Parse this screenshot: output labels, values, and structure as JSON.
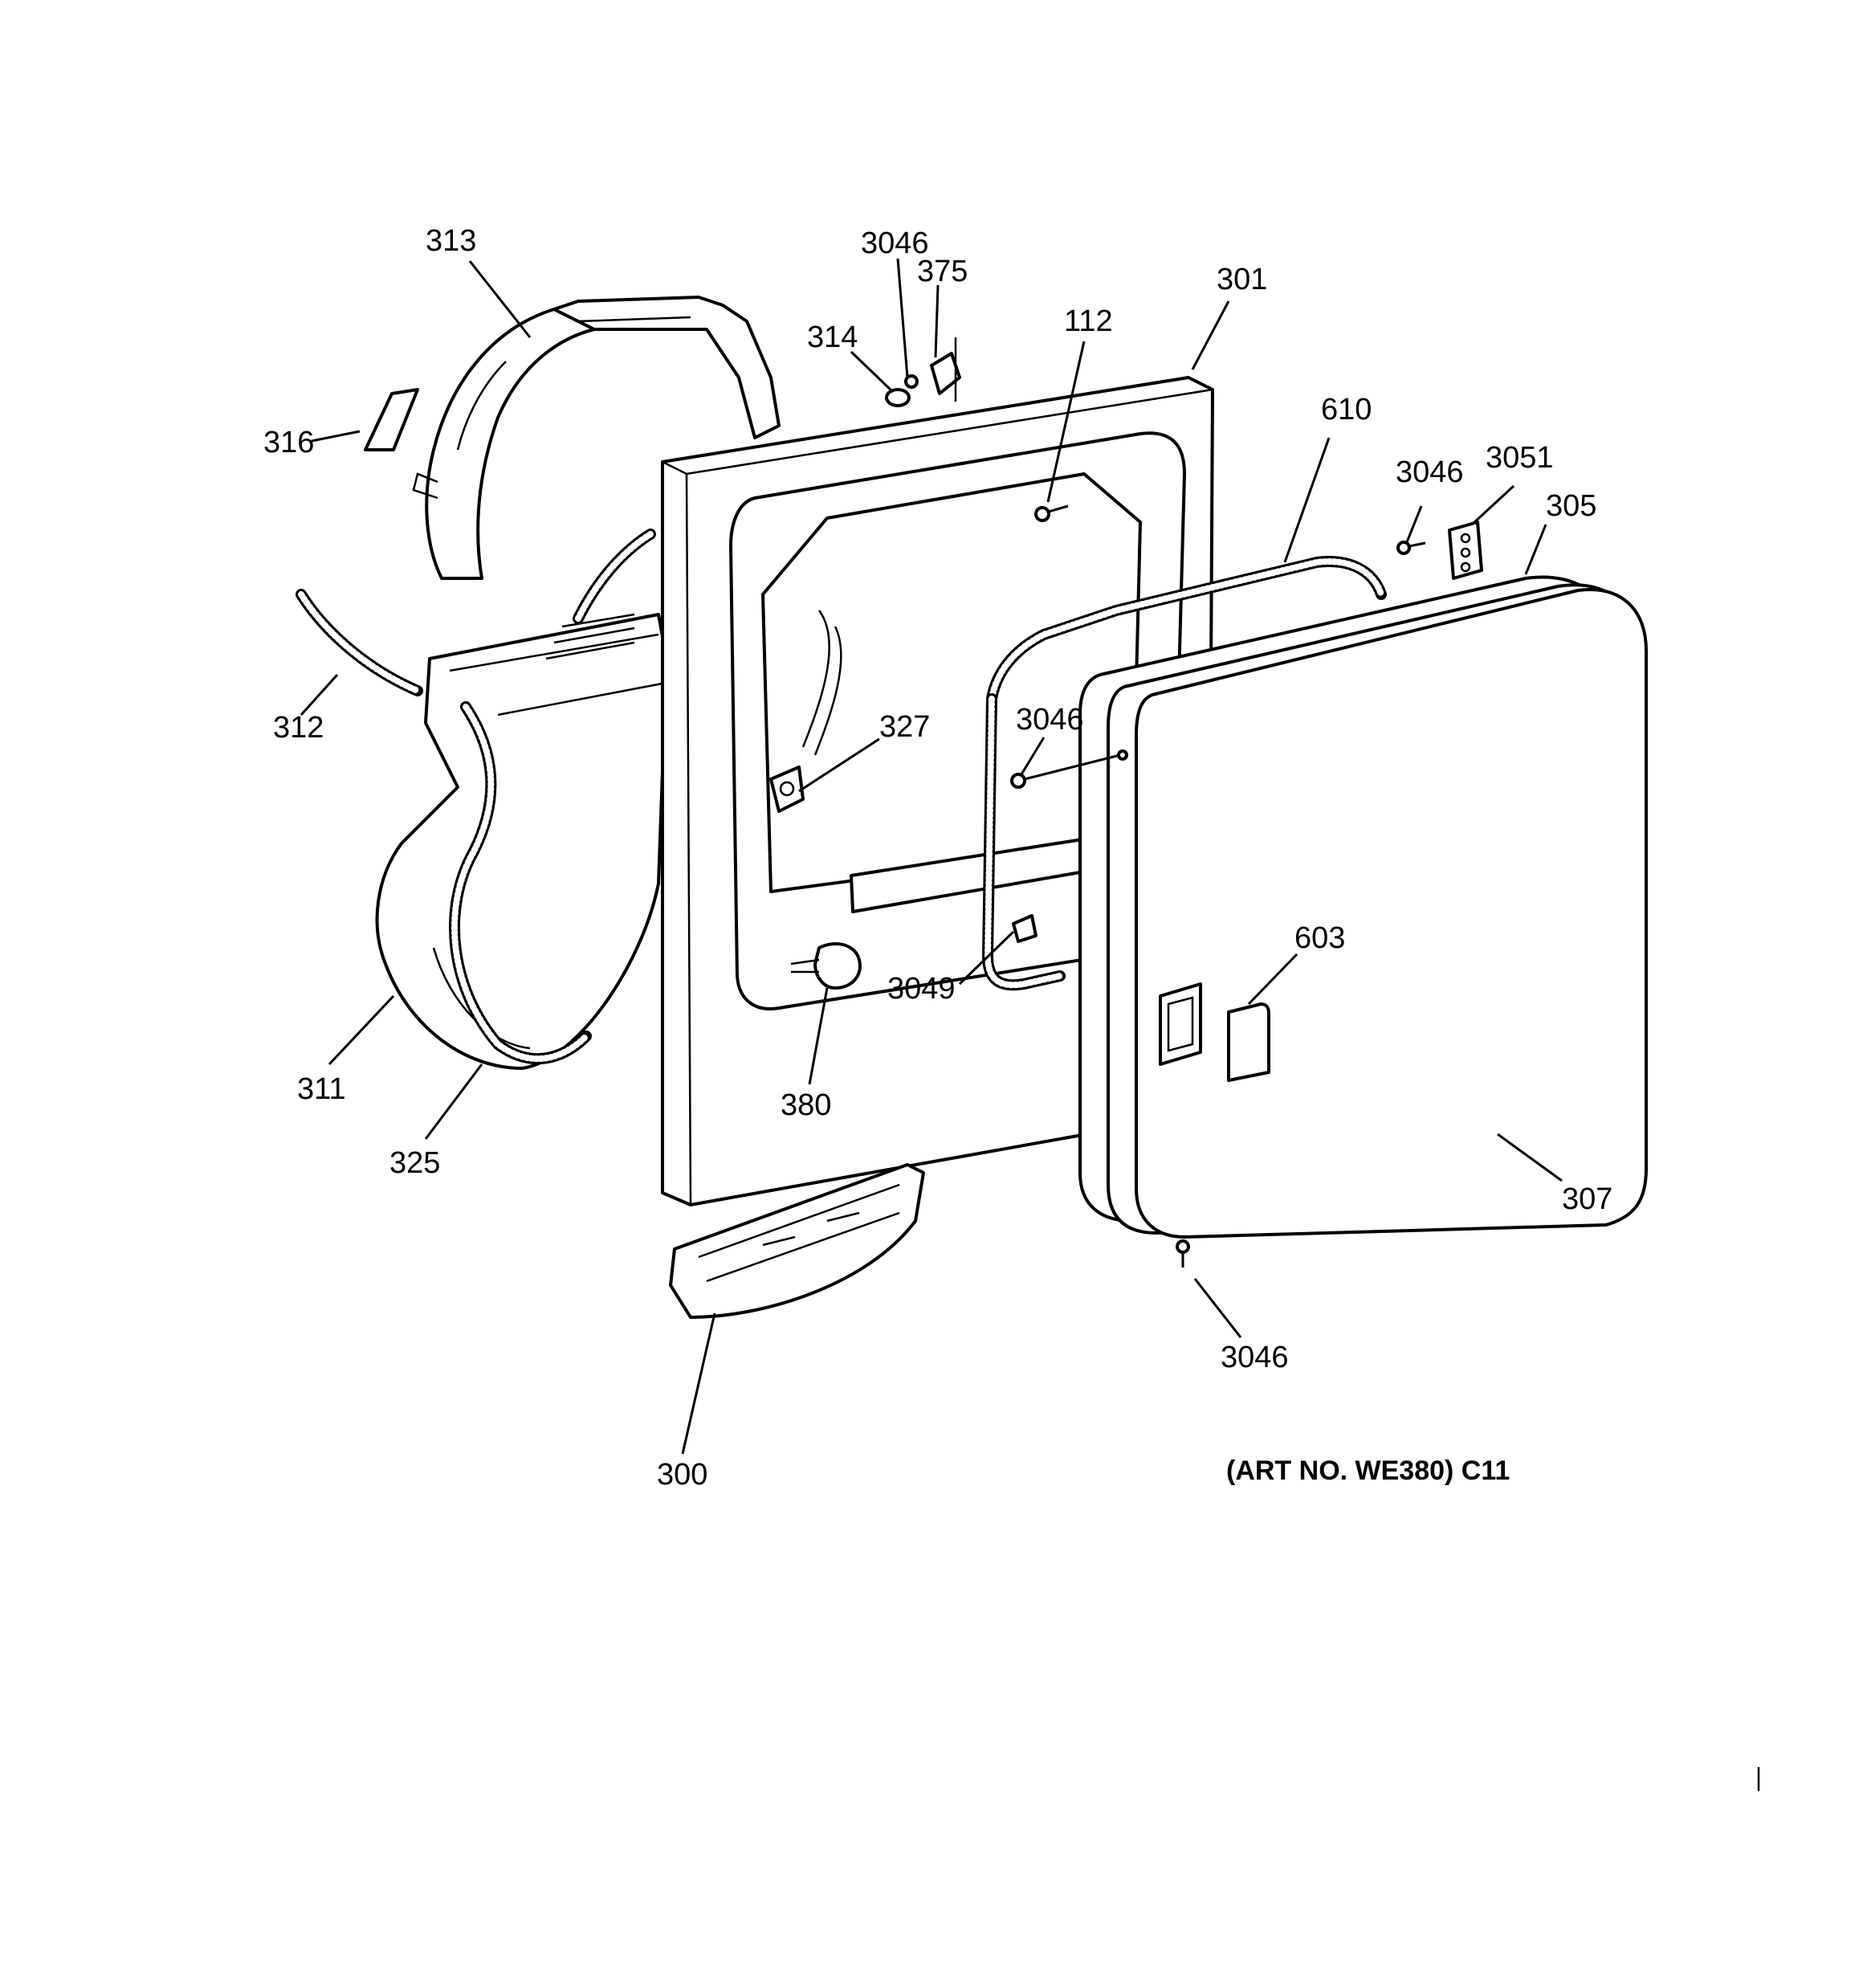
{
  "parts": [
    {
      "id": "313",
      "label": "313"
    },
    {
      "id": "316",
      "label": "316"
    },
    {
      "id": "312",
      "label": "312"
    },
    {
      "id": "311",
      "label": "311"
    },
    {
      "id": "325",
      "label": "325"
    },
    {
      "id": "3046a",
      "label": "3046"
    },
    {
      "id": "375",
      "label": "375"
    },
    {
      "id": "314",
      "label": "314"
    },
    {
      "id": "112",
      "label": "112"
    },
    {
      "id": "301",
      "label": "301"
    },
    {
      "id": "327",
      "label": "327"
    },
    {
      "id": "380",
      "label": "380"
    },
    {
      "id": "300",
      "label": "300"
    },
    {
      "id": "610",
      "label": "610"
    },
    {
      "id": "3046b",
      "label": "3046"
    },
    {
      "id": "3051",
      "label": "3051"
    },
    {
      "id": "305",
      "label": "305"
    },
    {
      "id": "3046c",
      "label": "3046"
    },
    {
      "id": "3049",
      "label": "3049"
    },
    {
      "id": "603",
      "label": "603"
    },
    {
      "id": "307",
      "label": "307"
    },
    {
      "id": "3046d",
      "label": "3046"
    }
  ],
  "art_number": "(ART NO. WE380) C11"
}
